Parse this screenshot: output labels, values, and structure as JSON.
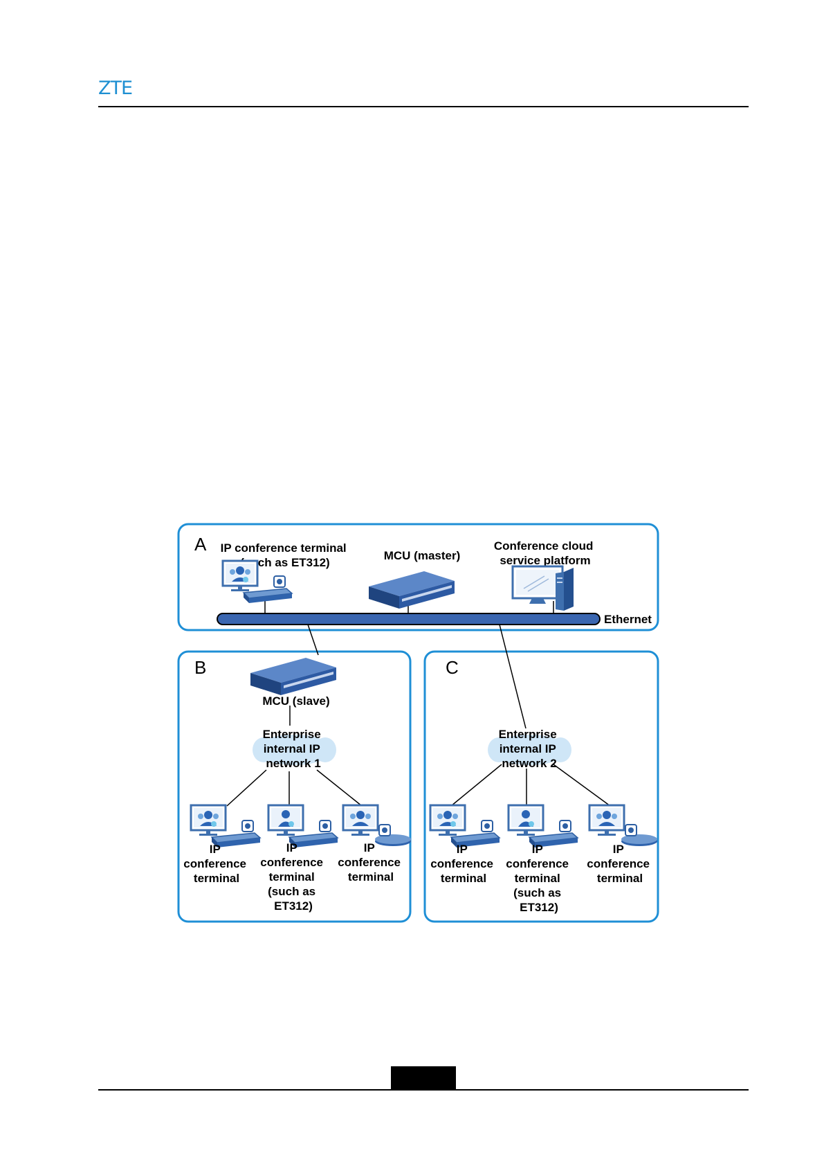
{
  "header": {
    "logo": "ZTE",
    "logo_color": "#1e8fd2"
  },
  "diagram": {
    "box_color": "#1f8fd6",
    "bus_color": "#3a66b0",
    "areas": {
      "a": {
        "letter": "A",
        "terminal_label": [
          "IP conference terminal",
          "(such as ET312)"
        ],
        "mcu_label": "MCU (master)",
        "cloud_label": [
          "Conference cloud",
          "service platform"
        ],
        "bus_label": "Ethernet"
      },
      "b": {
        "letter": "B",
        "mcu_label": "MCU (slave)",
        "network_label": [
          "Enterprise",
          "internal IP",
          "network 1"
        ],
        "terminal_1": [
          "IP",
          "conference",
          "terminal"
        ],
        "terminal_2": [
          "IP",
          "conference",
          "terminal",
          "(such as",
          "ET312)"
        ],
        "terminal_3": [
          "IP",
          "conference",
          "terminal"
        ]
      },
      "c": {
        "letter": "C",
        "network_label": [
          "Enterprise",
          "internal IP",
          "network 2"
        ],
        "terminal_1": [
          "IP",
          "conference",
          "terminal"
        ],
        "terminal_2": [
          "IP",
          "conference",
          "terminal",
          "(such as",
          "ET312)"
        ],
        "terminal_3": [
          "IP",
          "conference",
          "terminal"
        ]
      }
    }
  }
}
